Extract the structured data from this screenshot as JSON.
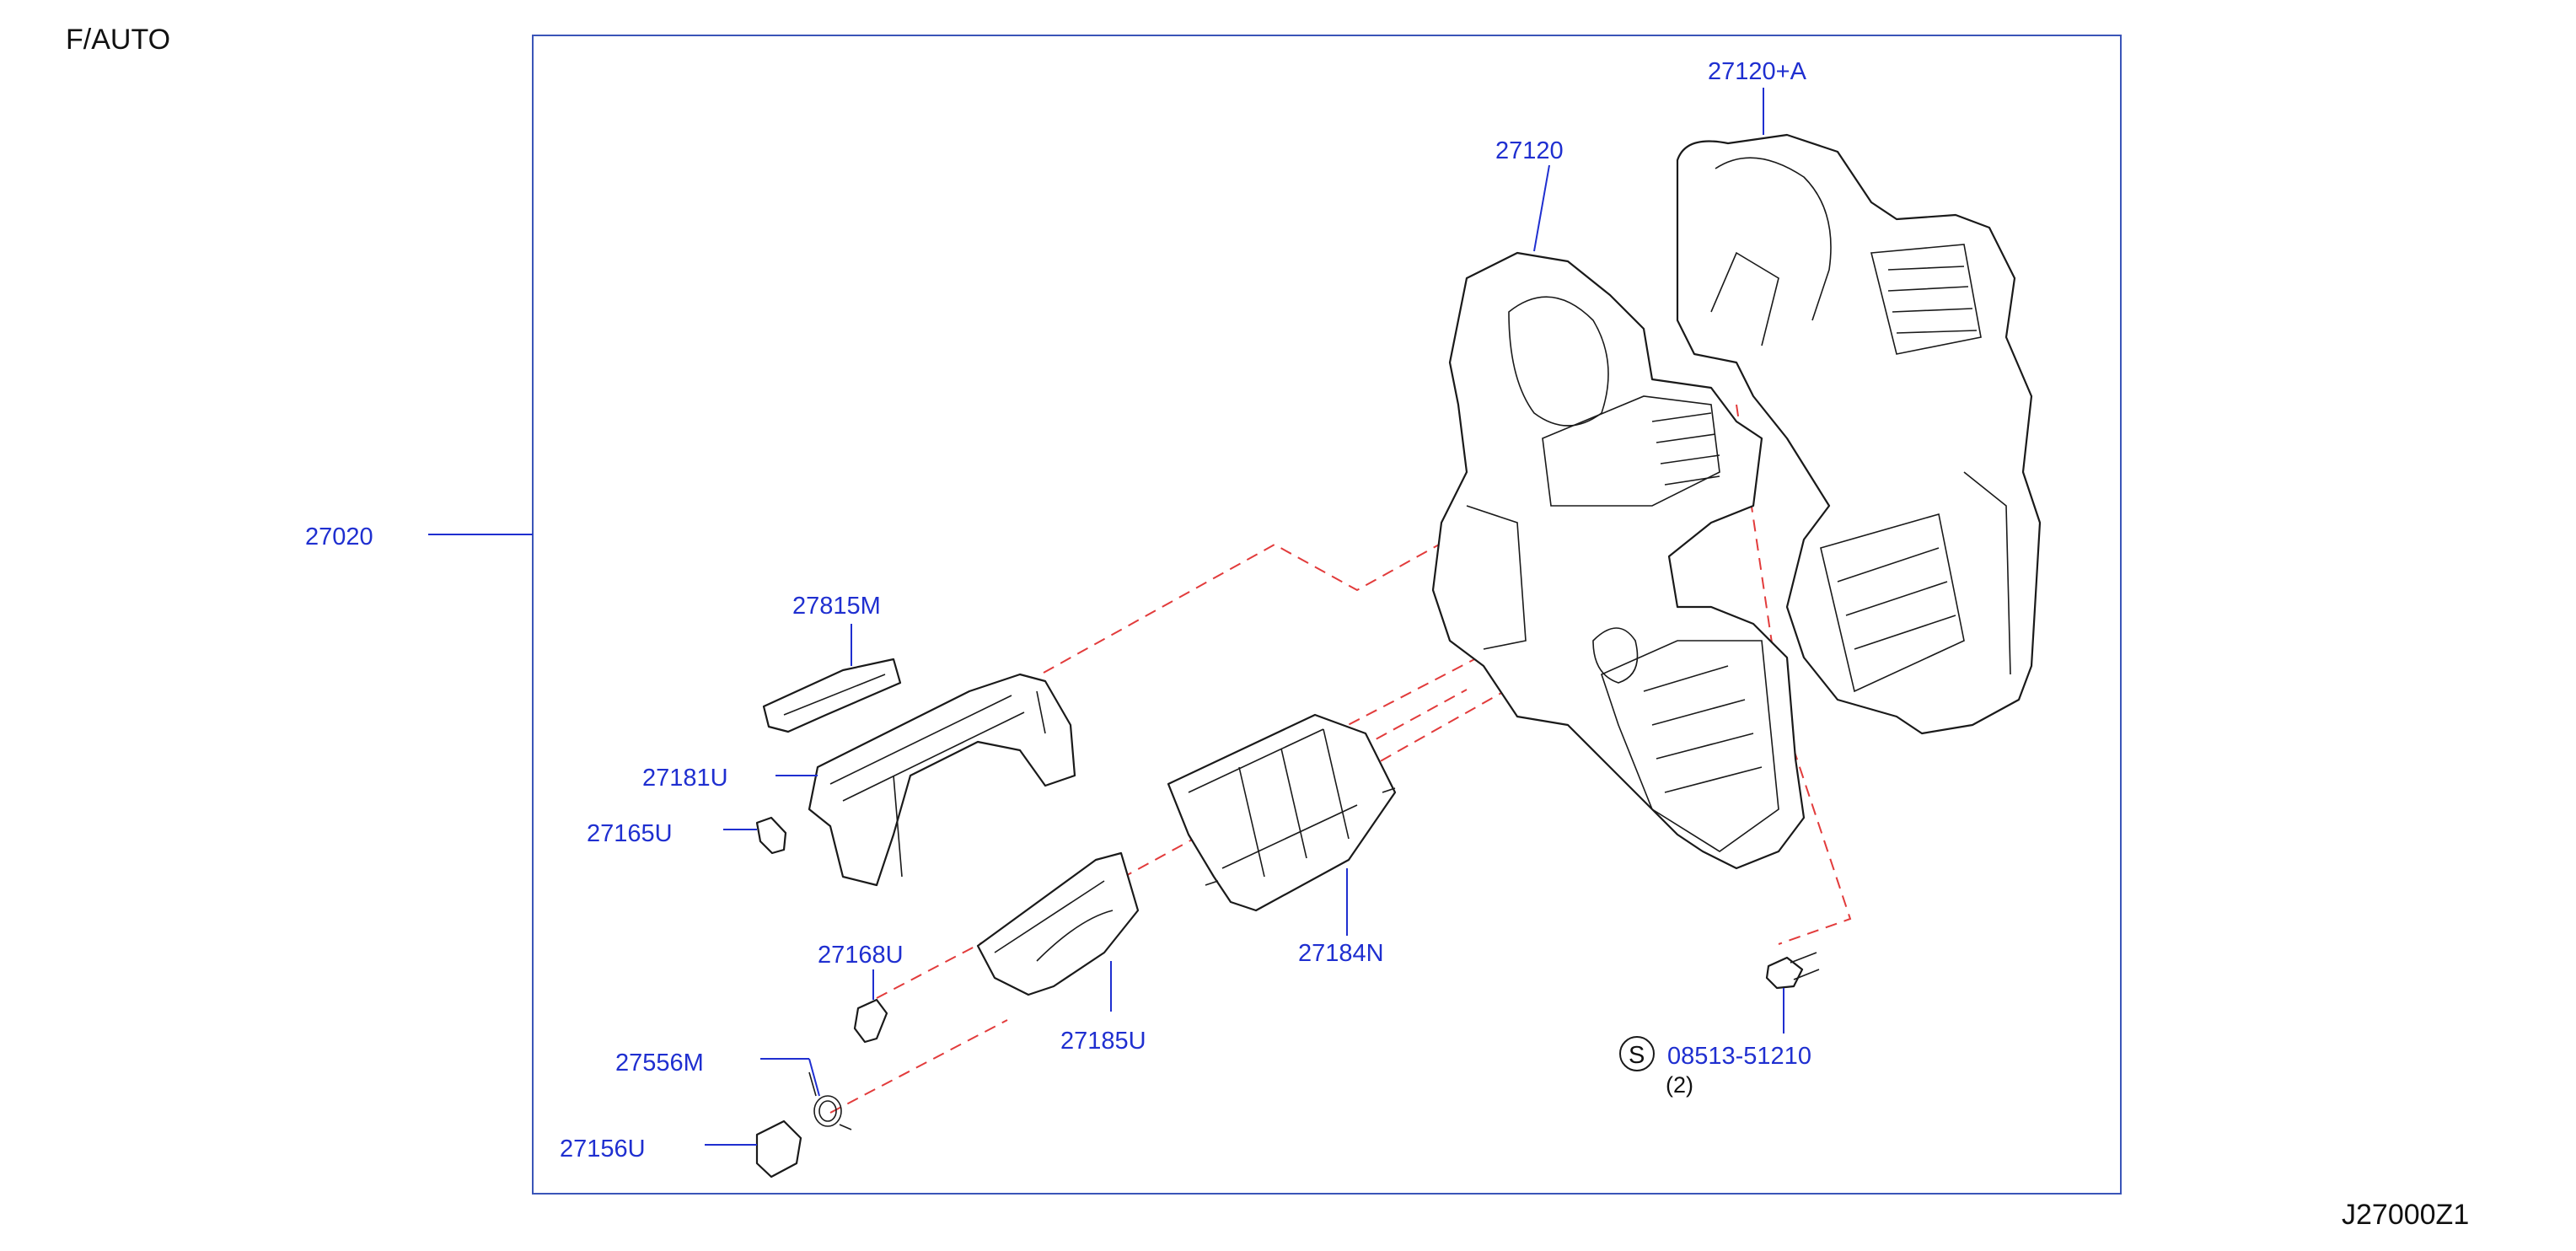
{
  "header": {
    "variant": "F/AUTO"
  },
  "footer": {
    "diagram_id": "J27000Z1"
  },
  "colors": {
    "label": "#1f2fd0",
    "frame": "#3a55b8",
    "dashed": "#e23b3b",
    "outline": "#1a1a1a"
  },
  "callouts": {
    "assembly": "27020",
    "case_upper": "27120+A",
    "case_left": "27120",
    "link_27815M": "27815M",
    "door_27181U": "27181U",
    "lever_27165U": "27165U",
    "lever_27168U": "27168U",
    "spring_27556M": "27556M",
    "lever_27156U": "27156U",
    "door_27185U": "27185U",
    "door_27184N": "27184N"
  },
  "screw": {
    "symbol": "S",
    "part_number": "08513-51210",
    "qty": "(2)"
  }
}
